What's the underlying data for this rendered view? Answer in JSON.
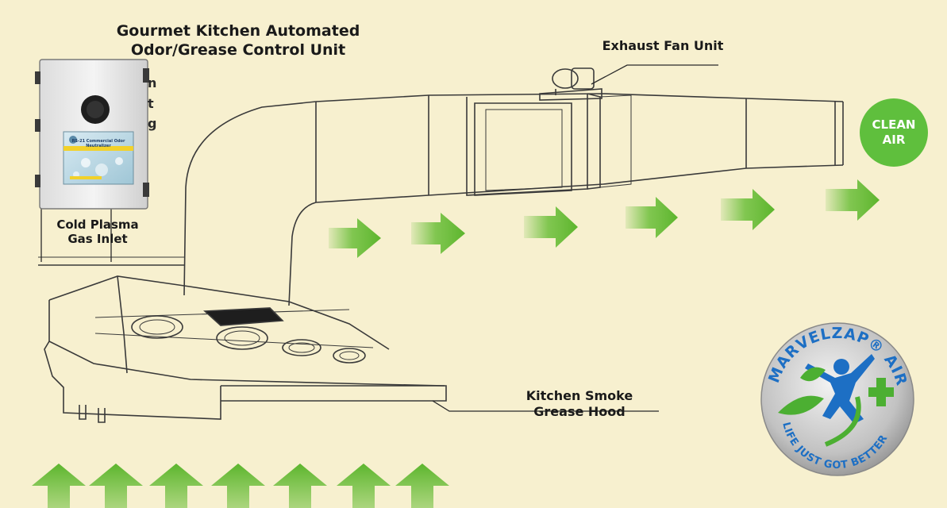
{
  "title": {
    "line1": "Gourmet Kitchen Automated",
    "line2": "Odor/Grease Control Unit"
  },
  "labels": {
    "exhaust_fan": "Exhaust Fan Unit",
    "inlet_line1": "Cold Plasma",
    "inlet_line2": "Gas Inlet",
    "hood_line1": "Kitchen Smoke",
    "hood_line2": "Grease Hood",
    "clean_air": "CLEAN AIR"
  },
  "control_unit": {
    "panel_text": "RS-21 Commercial Odor Neutralizer",
    "partial_behind": [
      "n",
      "t",
      "g"
    ]
  },
  "logo": {
    "brand": "MARVELZAP",
    "registered": "®",
    "suffix": "AIR",
    "tagline": "LIFE JUST GOT BETTER"
  },
  "colors": {
    "background": "#f7f0cf",
    "arrow_green": "#6cbf3a",
    "clean_air_green": "#5fbf3d",
    "logo_blue": "#1d6fc4",
    "logo_green": "#4caf32",
    "logo_silver": "#bcbcbc"
  }
}
